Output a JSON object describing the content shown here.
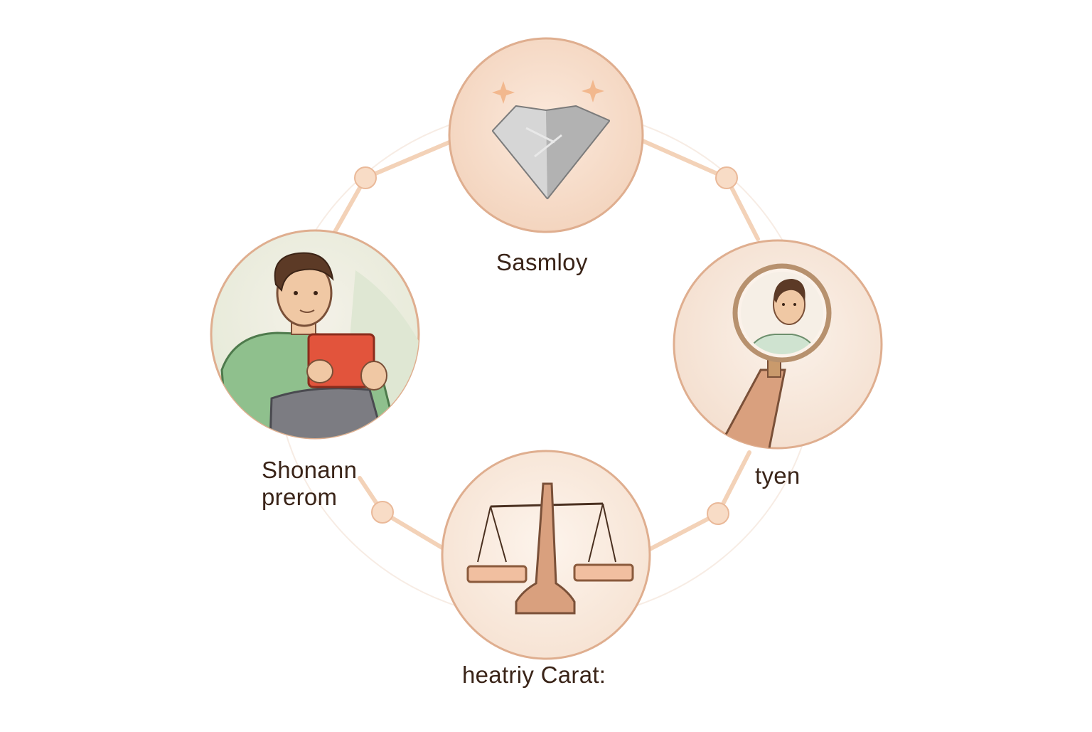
{
  "diagram": {
    "colors": {
      "connector": "#f3d2b8",
      "node_dot": "#f6d4bb",
      "circle_fill": "#f7dcc8",
      "circle_border": "#d9a98a",
      "label_text": "#3a2418",
      "diamond": "#b8b8b8",
      "sparkle": "#f2b88e",
      "shirt": "#8fc08d",
      "tablet": "#e2543c",
      "hair": "#5c3a26",
      "skin": "#f0c8a4",
      "scale": "#d9a07e"
    },
    "nodes": [
      {
        "id": "top",
        "icon": "diamond-icon",
        "label_lines": [
          "Sasmloy"
        ]
      },
      {
        "id": "left",
        "icon": "person-reading-tablet-icon",
        "label_lines": [
          "Shonann",
          "prerom"
        ]
      },
      {
        "id": "right",
        "icon": "hand-mirror-icon",
        "label_lines": [
          "tyen"
        ]
      },
      {
        "id": "bottom",
        "icon": "balance-scale-icon",
        "label_lines": [
          "heatriy  Carat:"
        ]
      }
    ]
  }
}
